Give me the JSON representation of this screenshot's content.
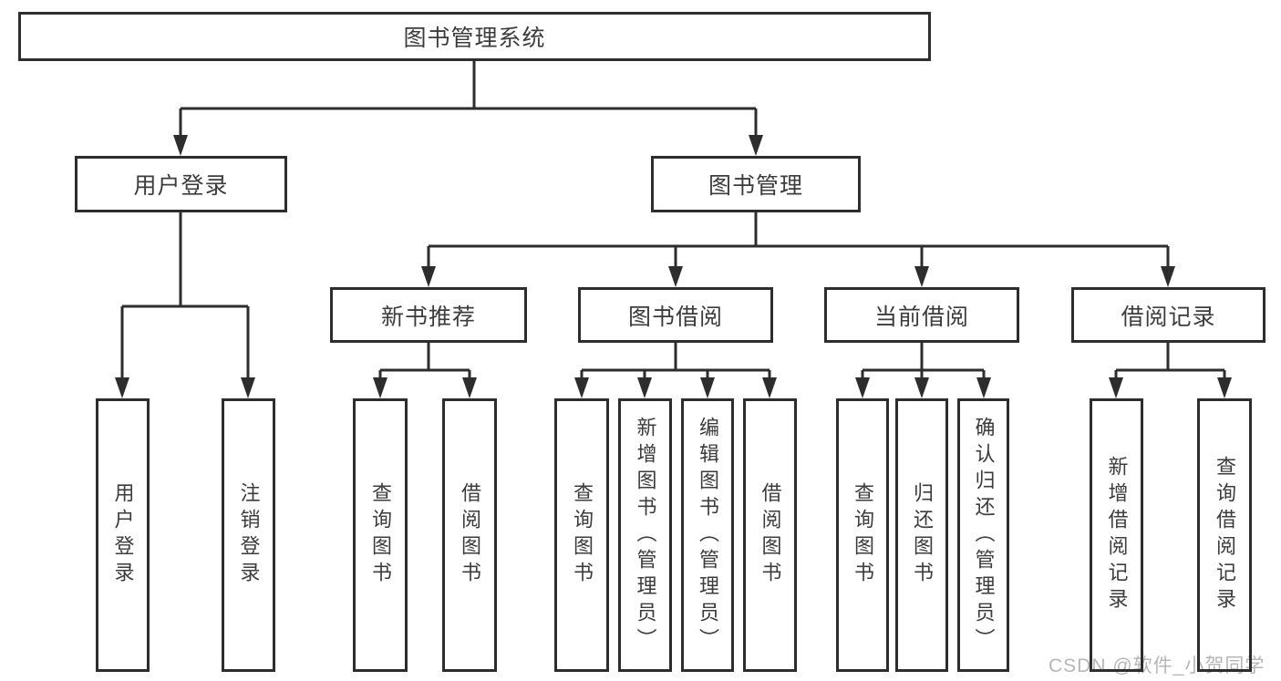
{
  "tree": {
    "root": {
      "label": "图书管理系统",
      "children": [
        {
          "label": "用户登录",
          "children": [
            {
              "label": "用户登录"
            },
            {
              "label": "注销登录"
            }
          ]
        },
        {
          "label": "图书管理",
          "children": [
            {
              "label": "新书推荐",
              "children": [
                {
                  "label": "查询图书"
                },
                {
                  "label": "借阅图书"
                }
              ]
            },
            {
              "label": "图书借阅",
              "children": [
                {
                  "label": "查询图书"
                },
                {
                  "label": "新增图书（管理员）"
                },
                {
                  "label": "编辑图书（管理员）"
                },
                {
                  "label": "借阅图书"
                }
              ]
            },
            {
              "label": "当前借阅",
              "children": [
                {
                  "label": "查询图书"
                },
                {
                  "label": "归还图书"
                },
                {
                  "label": "确认归还（管理员）"
                }
              ]
            },
            {
              "label": "借阅记录",
              "children": [
                {
                  "label": "新增借阅记录"
                },
                {
                  "label": "查询借阅记录"
                }
              ]
            }
          ]
        }
      ]
    }
  },
  "watermark": {
    "text": "CSDN @软件_小贺同学"
  },
  "colors": {
    "line": "#2d2d2d",
    "text": "#3c3c3c",
    "watermark": "#b6b6b6",
    "background": "#ffffff"
  }
}
